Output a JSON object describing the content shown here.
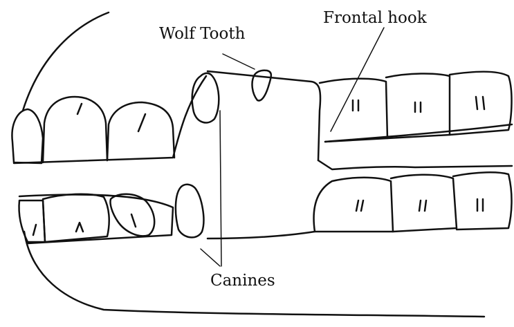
{
  "labels": {
    "wolf_tooth": "Wolf Tooth",
    "frontal_hook": "Frontal hook",
    "canines": "Canines"
  },
  "colors": {
    "ink": "#111111",
    "background": "#ffffff"
  }
}
